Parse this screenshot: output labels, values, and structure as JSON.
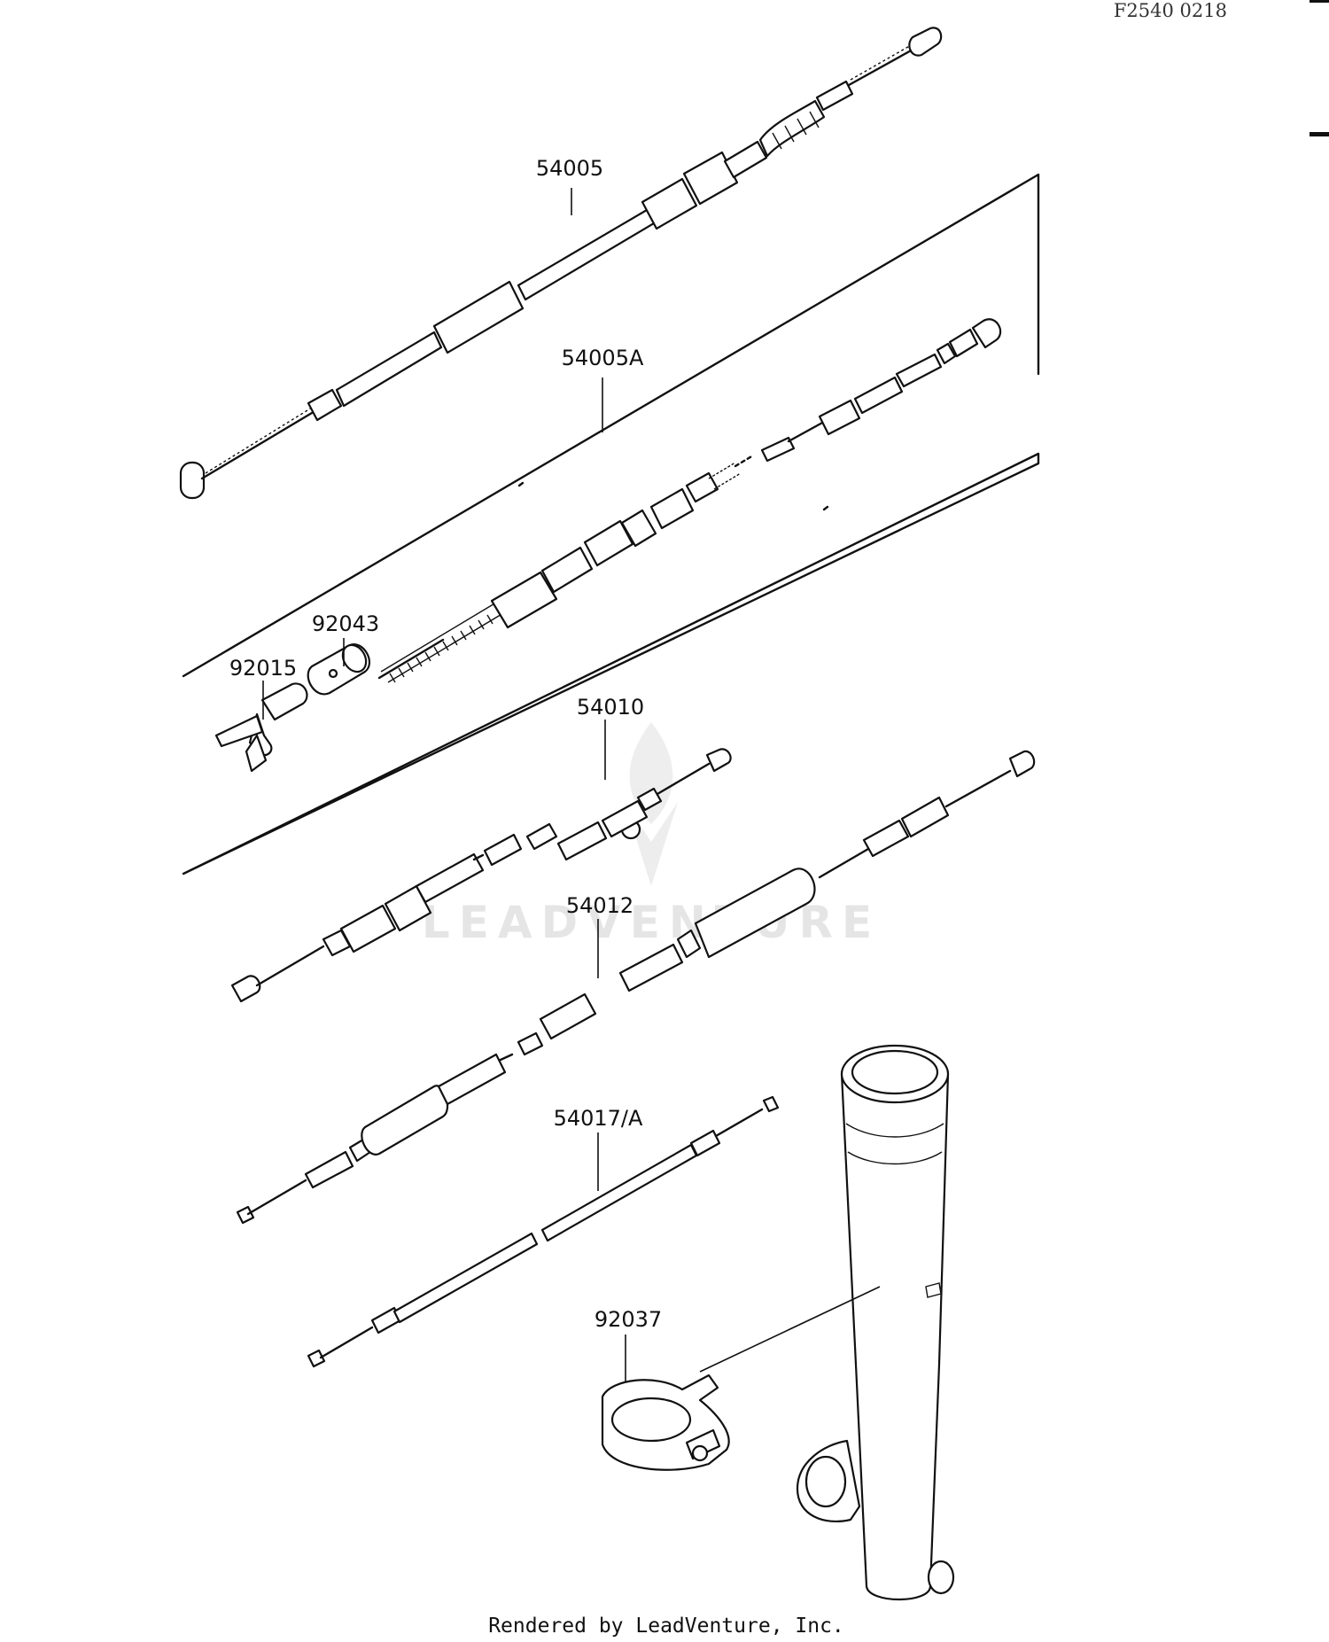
{
  "drawing_code": "F2540 0218",
  "watermark": "LEADVENTURE",
  "footer": "Rendered by LeadVenture, Inc.",
  "colors": {
    "ink": "#111111",
    "background": "#ffffff",
    "watermark": "#e3e3e3"
  },
  "parts": [
    {
      "number": "54005"
    },
    {
      "number": "54005A"
    },
    {
      "number": "92043"
    },
    {
      "number": "92015"
    },
    {
      "number": "54010"
    },
    {
      "number": "54012"
    },
    {
      "number": "54017/A"
    },
    {
      "number": "92037"
    }
  ]
}
